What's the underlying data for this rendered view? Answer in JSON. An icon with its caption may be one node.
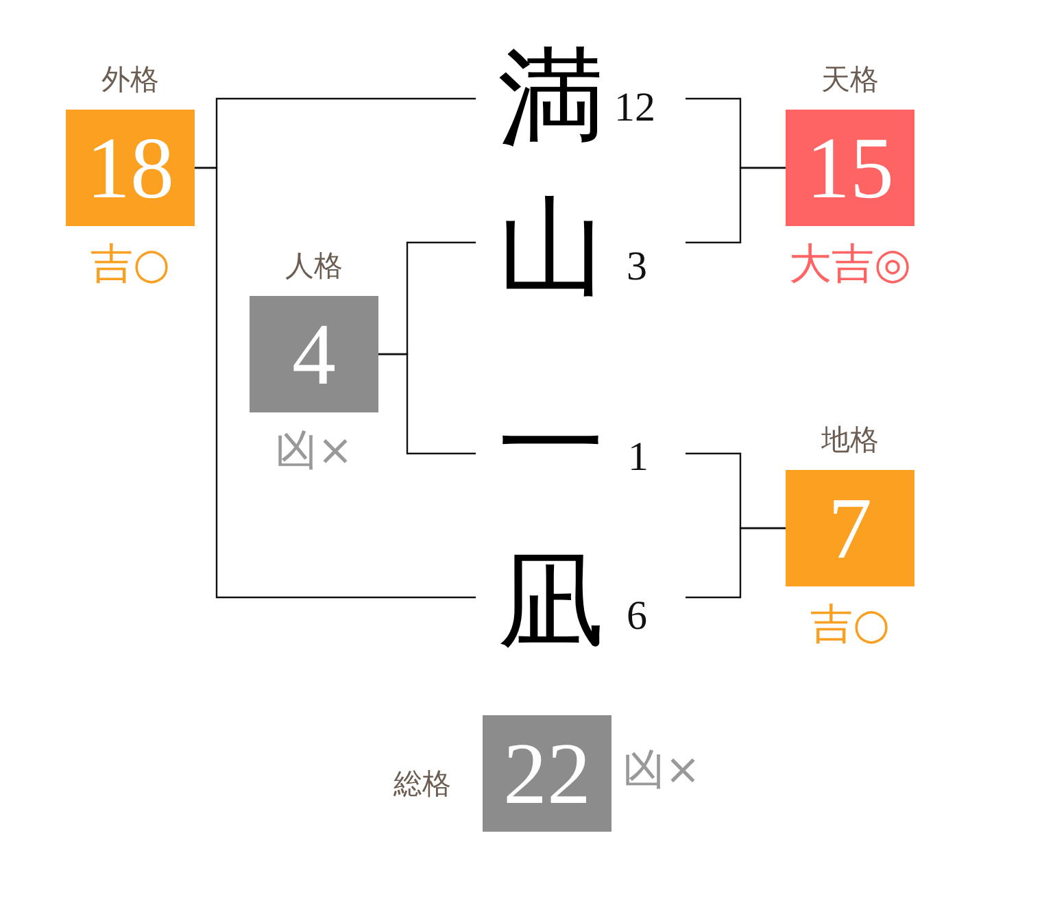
{
  "diagram": {
    "nodes": [
      {
        "text": [
          "外格",
          "18"
        ],
        "beside": [
          "吉○"
        ]
      },
      {
        "text": [
          "満"
        ],
        "beside": [
          "12"
        ]
      },
      {
        "text": [
          "天格",
          "15"
        ],
        "beside": [
          "大吉◎"
        ]
      },
      {
        "text": [
          "人格",
          "4"
        ],
        "beside": [
          "凶×"
        ]
      },
      {
        "text": [
          "山"
        ],
        "beside": [
          "3"
        ]
      },
      {
        "text": [
          "一"
        ],
        "beside": [
          "1"
        ]
      },
      {
        "text": [
          "地格",
          "7"
        ],
        "beside": [
          "吉○"
        ]
      },
      {
        "text": [
          "凪"
        ],
        "beside": [
          "6"
        ]
      },
      {
        "text": [
          "総格",
          "22"
        ],
        "beside": [
          "凶×"
        ]
      }
    ],
    "edges": [
      {
        "from": 0,
        "to": 1,
        "arrow": "none"
      },
      {
        "from": 0,
        "to": 7,
        "arrow": "none"
      },
      {
        "from": 1,
        "to": 2,
        "arrow": "none"
      },
      {
        "from": 4,
        "to": 2,
        "arrow": "none"
      },
      {
        "from": 3,
        "to": 4,
        "arrow": "none"
      },
      {
        "from": 3,
        "to": 5,
        "arrow": "none"
      },
      {
        "from": 5,
        "to": 6,
        "arrow": "none"
      },
      {
        "from": 7,
        "to": 6,
        "arrow": "none"
      }
    ]
  }
}
